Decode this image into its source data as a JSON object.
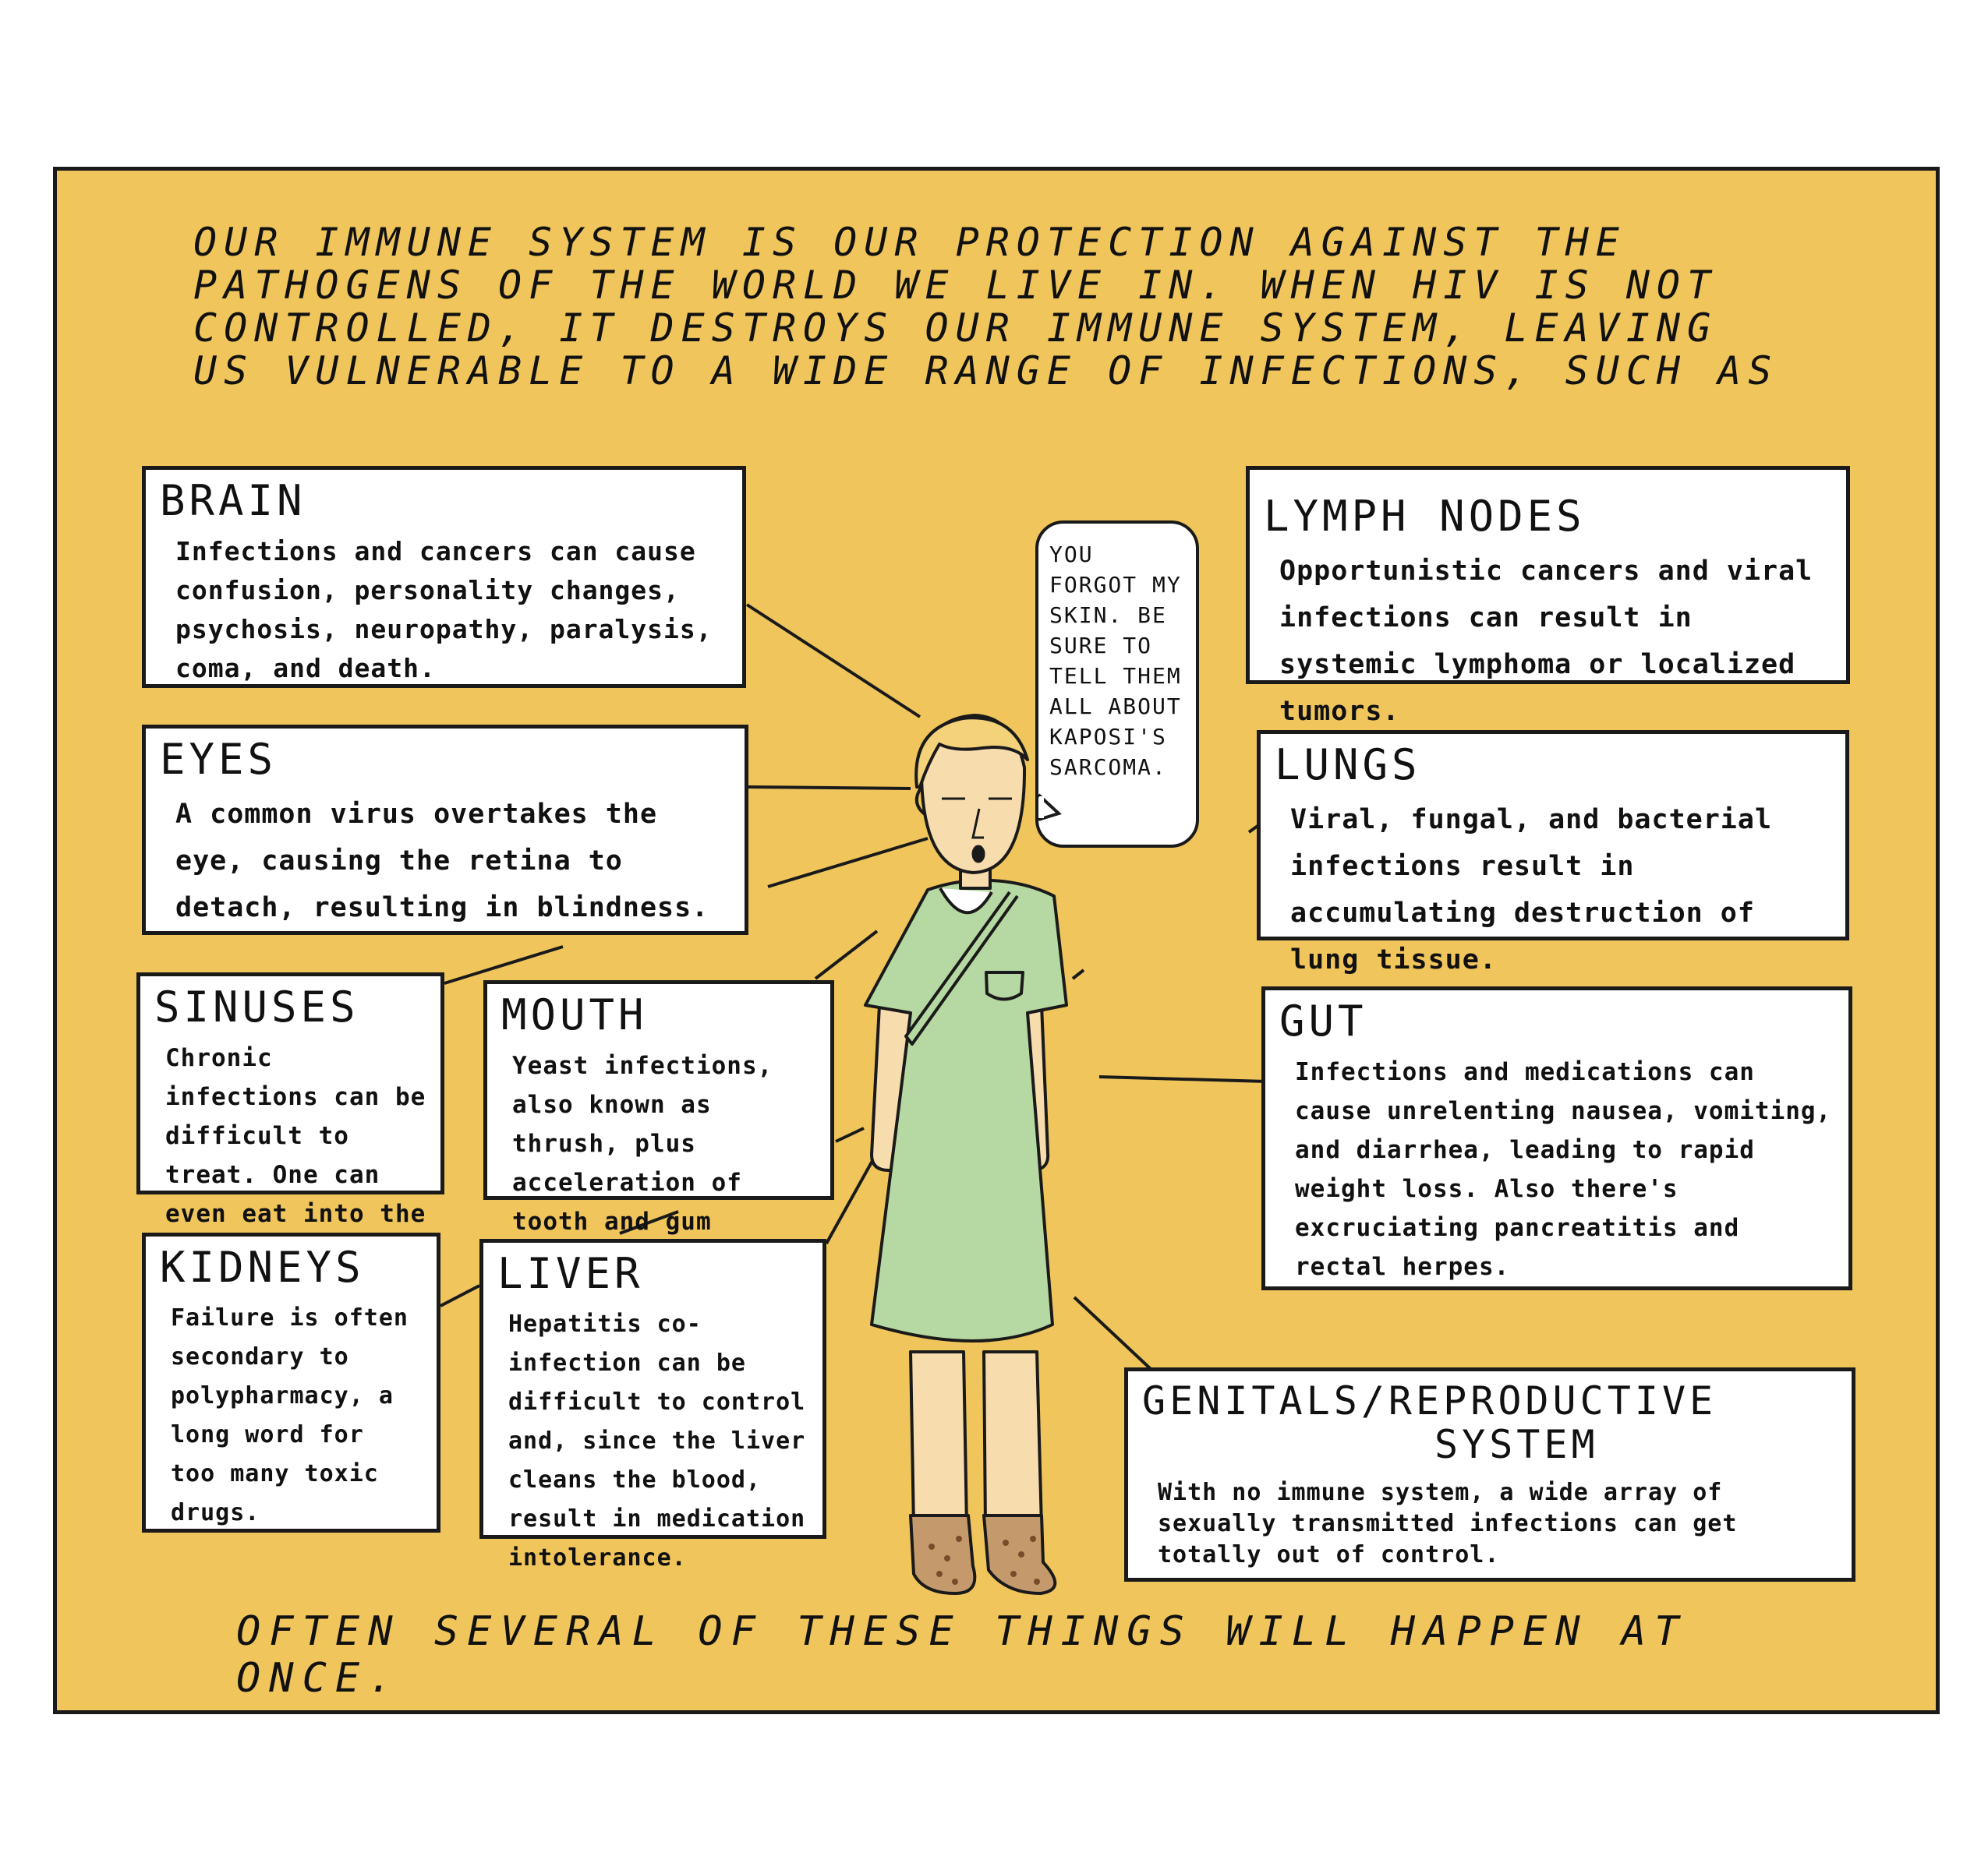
{
  "intro": "Our immune system is our protection against the pathogens of the world we live in. When HIV is not controlled, it destroys our immune system, leaving us vulnerable to a wide range of infections, such as",
  "boxes": {
    "brain": {
      "title": "Brain",
      "text": "Infections and cancers can cause confusion, personality changes, psychosis, neuropathy, paralysis, coma, and death."
    },
    "eyes": {
      "title": "Eyes",
      "text": "A common virus overtakes the eye, causing the retina to detach, resulting in blindness."
    },
    "sinuses": {
      "title": "Sinuses",
      "text": "Chronic infections can be difficult to treat. One can even eat into the brain."
    },
    "mouth": {
      "title": "Mouth",
      "text": "Yeast infections, also known as thrush, plus acceleration of tooth and gum decay."
    },
    "kidneys": {
      "title": "Kidneys",
      "text": "Failure is often secondary to polypharmacy, a long word for too many toxic drugs."
    },
    "liver": {
      "title": "Liver",
      "text": "Hepatitis co-infection can be difficult to control and, since the liver cleans the blood, result in medication intolerance."
    },
    "lymph": {
      "title": "Lymph Nodes",
      "text": "Opportunistic cancers and viral infections can result in systemic lymphoma or localized tumors."
    },
    "lungs": {
      "title": "Lungs",
      "text": "Viral, fungal, and bacterial infections result in accumulating destruction of lung tissue."
    },
    "gut": {
      "title": "Gut",
      "text": "Infections and medications can cause unrelenting nausea, vomiting, and diarrhea, leading to rapid weight loss. Also there's excruciating pancreatitis and rectal herpes."
    },
    "genitals": {
      "title1": "Genitals/Reproductive",
      "title2": "System",
      "text": "With no immune system, a wide array of sexually transmitted infections can get totally out of control."
    }
  },
  "bubble": "You forgot my skin. Be sure to tell them all about Kaposi's sarcoma.",
  "footer": "Often several of these things will happen at once.",
  "colors": {
    "background": "#efc55c",
    "gown": "#b6d8a2",
    "skin": "#f7dcae",
    "hair": "#f4d27a",
    "socks": "#c49a6c"
  }
}
